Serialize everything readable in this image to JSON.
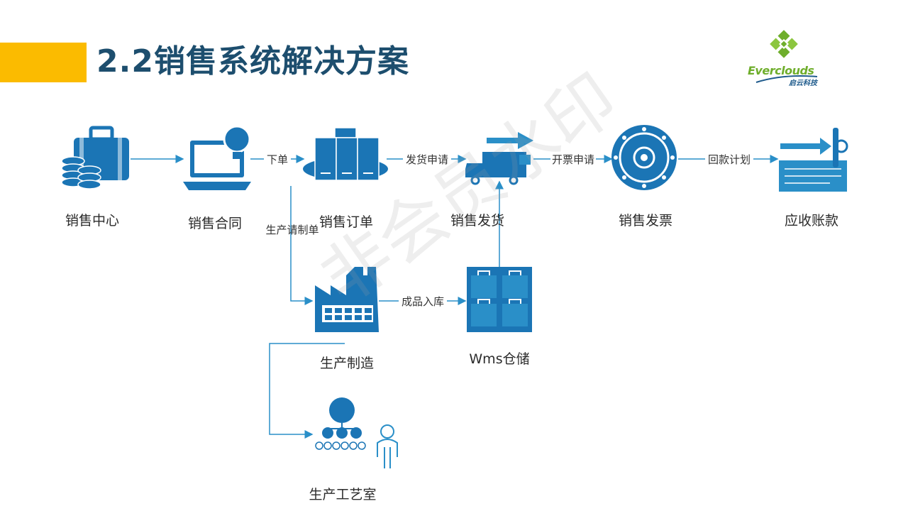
{
  "slide": {
    "title": "2.2销售系统解决方案",
    "logo": {
      "word": "Everclouds",
      "sub": "启云科技"
    },
    "watermark": "非会员水印"
  },
  "nodes": {
    "sales_center": "销售中心",
    "sales_contract": "销售合同",
    "sales_order": "销售订单",
    "sales_delivery": "销售发货",
    "sales_invoice": "销售发票",
    "receivables": "应收账款",
    "manufacturing": "生产制造",
    "wms": "Wms仓储",
    "process_room": "生产工艺室"
  },
  "edges": {
    "place_order": "下单",
    "shipping_request": "发货申请",
    "invoice_request": "开票申请",
    "payment_plan": "回款计划",
    "production_request": "生产请制单",
    "finished_goods_in": "成品入库"
  },
  "colors": {
    "primary": "#1b75b5",
    "accent": "#fbbb00",
    "title": "#1d4e6e",
    "line": "#2a8fc8"
  }
}
